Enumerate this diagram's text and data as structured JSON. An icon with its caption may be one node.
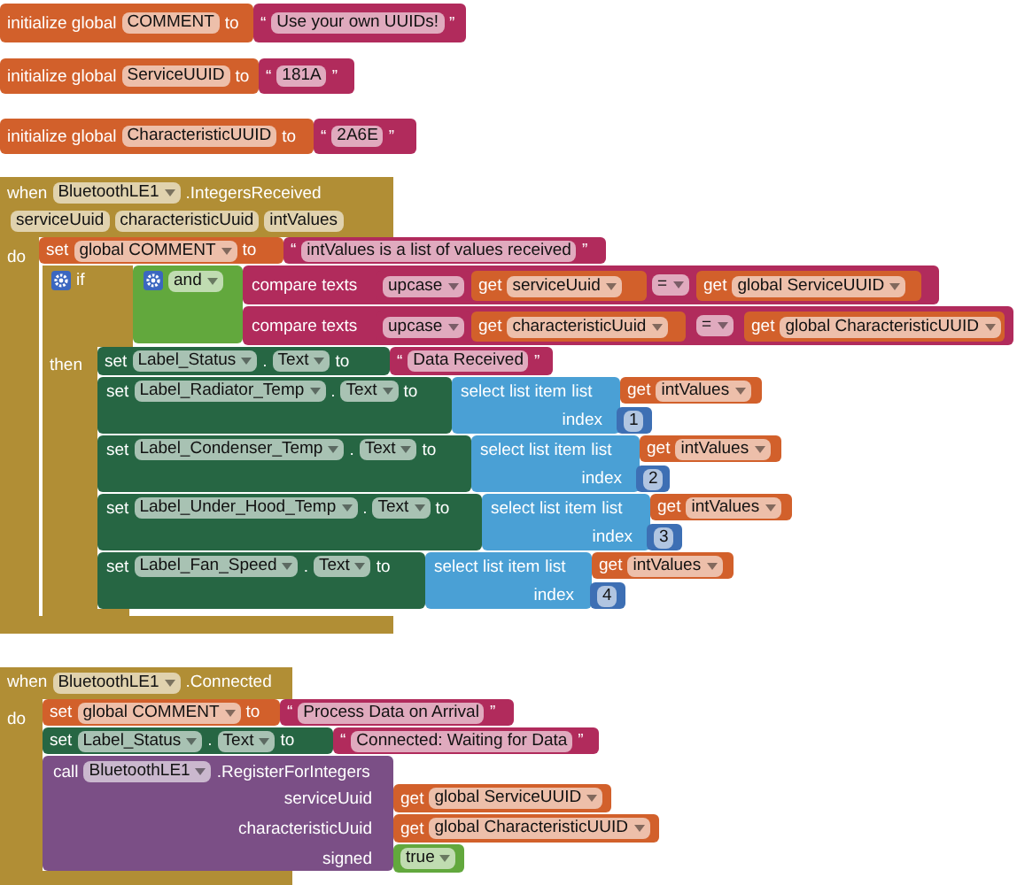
{
  "diagram": {
    "nodes": [
      {
        "text": [
          "initialize global",
          "COMMENT",
          "to"
        ]
      },
      {
        "text": [
          "“",
          "Use your own UUIDs!",
          "”"
        ]
      },
      {
        "text": [
          "initialize global",
          "ServiceUUID",
          "to"
        ]
      },
      {
        "text": [
          "“",
          "181A",
          "”"
        ]
      },
      {
        "text": [
          "initialize global",
          "CharacteristicUUID",
          "to"
        ]
      },
      {
        "text": [
          "“",
          "2A6E",
          "”"
        ]
      },
      {
        "text": [
          "when",
          "BluetoothLE1",
          ".IntegersReceived",
          "serviceUuid",
          "characteristicUuid",
          "intValues",
          "do"
        ]
      },
      {
        "text": [
          "set",
          "global COMMENT",
          "to"
        ]
      },
      {
        "text": [
          "“",
          "intValues is a list of values received",
          "”"
        ]
      },
      {
        "text": [
          "if",
          "then"
        ]
      },
      {
        "text": [
          "and"
        ]
      },
      {
        "text": [
          "compare texts",
          "="
        ]
      },
      {
        "text": [
          "upcase"
        ],
        "in": 11
      },
      {
        "text": [
          "get",
          "serviceUuid"
        ],
        "in": 11
      },
      {
        "text": [
          "get",
          "global ServiceUUID"
        ],
        "in": 11
      },
      {
        "text": [
          "compare texts",
          "="
        ]
      },
      {
        "text": [
          "upcase"
        ],
        "in": 15
      },
      {
        "text": [
          "get",
          "characteristicUuid"
        ],
        "in": 15
      },
      {
        "text": [
          "get",
          "global CharacteristicUUID"
        ],
        "in": 15
      },
      {
        "text": [
          "set",
          "Label_Status",
          ".",
          "Text",
          "to"
        ]
      },
      {
        "text": [
          "“",
          "Data Received",
          "”"
        ]
      },
      {
        "text": [
          "set",
          "Label_Radiator_Temp",
          ".",
          "Text",
          "to"
        ]
      },
      {
        "text": [
          "select list item",
          "list",
          "index"
        ]
      },
      {
        "text": [
          "get",
          "intValues"
        ]
      },
      {
        "text": [
          "1"
        ]
      },
      {
        "text": [
          "set",
          "Label_Condenser_Temp",
          ".",
          "Text",
          "to"
        ]
      },
      {
        "text": [
          "select list item",
          "list",
          "index"
        ]
      },
      {
        "text": [
          "get",
          "intValues"
        ]
      },
      {
        "text": [
          "2"
        ]
      },
      {
        "text": [
          "set",
          "Label_Under_Hood_Temp",
          ".",
          "Text",
          "to"
        ]
      },
      {
        "text": [
          "select list item",
          "list",
          "index"
        ]
      },
      {
        "text": [
          "get",
          "intValues"
        ]
      },
      {
        "text": [
          "3"
        ]
      },
      {
        "text": [
          "set",
          "Label_Fan_Speed",
          ".",
          "Text",
          "to"
        ]
      },
      {
        "text": [
          "select list item",
          "list",
          "index"
        ]
      },
      {
        "text": [
          "get",
          "intValues"
        ]
      },
      {
        "text": [
          "4"
        ]
      },
      {
        "text": [
          "when",
          "BluetoothLE1",
          ".Connected",
          "do"
        ]
      },
      {
        "text": [
          "set",
          "global COMMENT",
          "to"
        ]
      },
      {
        "text": [
          "“",
          "Process Data on Arrival",
          "”"
        ]
      },
      {
        "text": [
          "set",
          "Label_Status",
          ".",
          "Text",
          "to"
        ]
      },
      {
        "text": [
          "“",
          "Connected: Waiting for Data",
          "”"
        ]
      },
      {
        "text": [
          "call",
          "BluetoothLE1",
          ".RegisterForIntegers",
          "serviceUuid",
          "characteristicUuid",
          "signed"
        ]
      },
      {
        "text": [
          "get",
          "global ServiceUUID"
        ]
      },
      {
        "text": [
          "get",
          "global CharacteristicUUID"
        ]
      },
      {
        "text": [
          "true"
        ]
      }
    ]
  }
}
